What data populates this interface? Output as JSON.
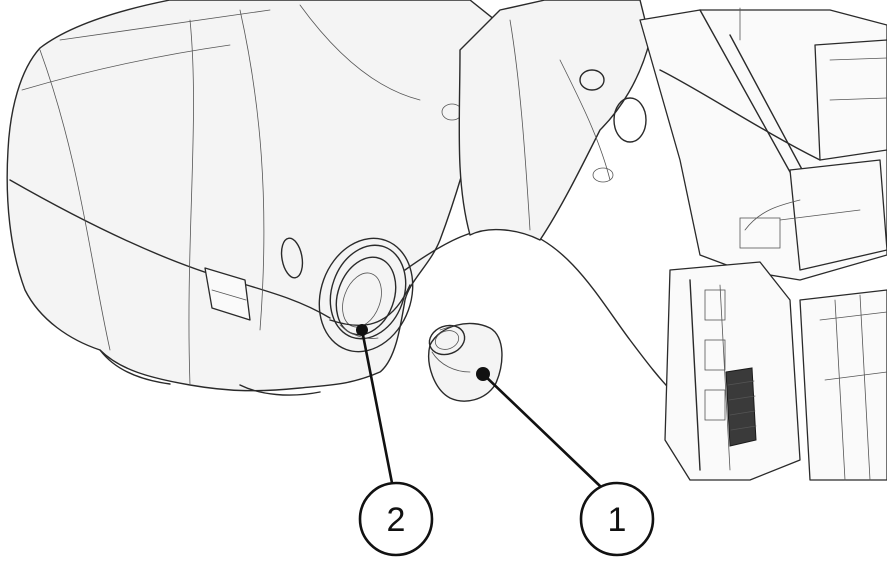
{
  "callouts": [
    {
      "id": "callout-1",
      "label": "1"
    },
    {
      "id": "callout-2",
      "label": "2"
    }
  ],
  "colors": {
    "line": "#2a2a2a",
    "fill": "#f4f4f4",
    "background": "#ffffff"
  }
}
